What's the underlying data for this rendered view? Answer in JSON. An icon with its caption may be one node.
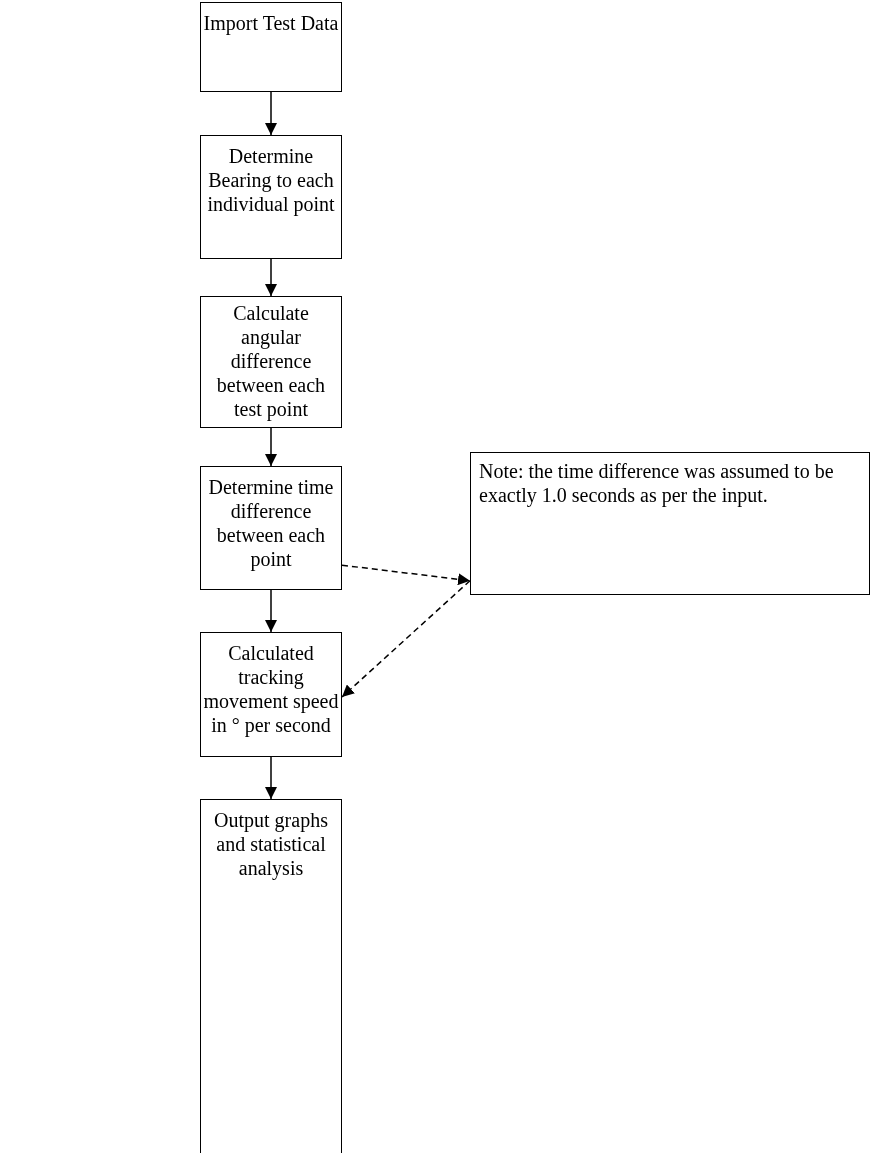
{
  "diagram": {
    "nodes": [
      {
        "text": [
          "Import Test Data"
        ]
      },
      {
        "text": [
          "Determine Bearing to each individual point"
        ]
      },
      {
        "text": [
          "Calculate angular difference between each test point"
        ]
      },
      {
        "text": [
          "Determine time difference between each point"
        ]
      },
      {
        "text": [
          "Calculated tracking movement speed in ° per second"
        ]
      },
      {
        "text": [
          "Output graphs and statistical analysis"
        ]
      },
      {
        "text": [
          "Note: the time difference was assumed to be exactly 1.0 seconds as per the input."
        ]
      }
    ],
    "edges": [
      {
        "from": 0,
        "to": 1,
        "arrow": "to"
      },
      {
        "from": 1,
        "to": 2,
        "arrow": "to"
      },
      {
        "from": 2,
        "to": 3,
        "arrow": "to"
      },
      {
        "from": 3,
        "to": 4,
        "arrow": "to"
      },
      {
        "from": 4,
        "to": 5,
        "arrow": "to"
      },
      {
        "from": 3,
        "to": 6,
        "arrow": "to",
        "style": "dashed"
      },
      {
        "from": 6,
        "to": 4,
        "arrow": "to",
        "style": "dashed"
      }
    ]
  }
}
